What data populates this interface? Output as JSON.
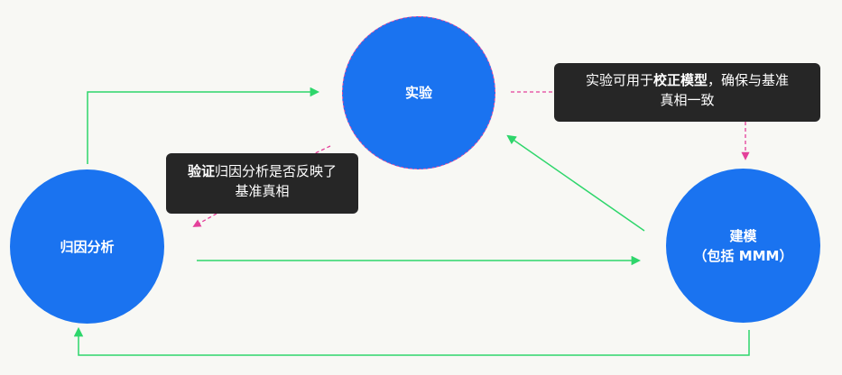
{
  "nodes": {
    "experiment": {
      "label": "实验"
    },
    "attribution": {
      "label": "归因分析"
    },
    "modeling": {
      "label_line1": "建模",
      "label_line2": "（包括 MMM）"
    }
  },
  "callouts": {
    "validate": {
      "bold": "验证",
      "text_line1": "归因分析是否反映了",
      "text_line2": "基准真相"
    },
    "calibrate": {
      "prefix": "实验可用于",
      "bold": "校正模型",
      "suffix": "，确保与基准",
      "text_line2": "真相一致"
    }
  },
  "colors": {
    "node_fill": "#1a73f0",
    "flow_arrow": "#2ed66b",
    "annotation_arrow": "#e4409a",
    "callout_bg": "#262626",
    "background": "#f8f8f4"
  }
}
